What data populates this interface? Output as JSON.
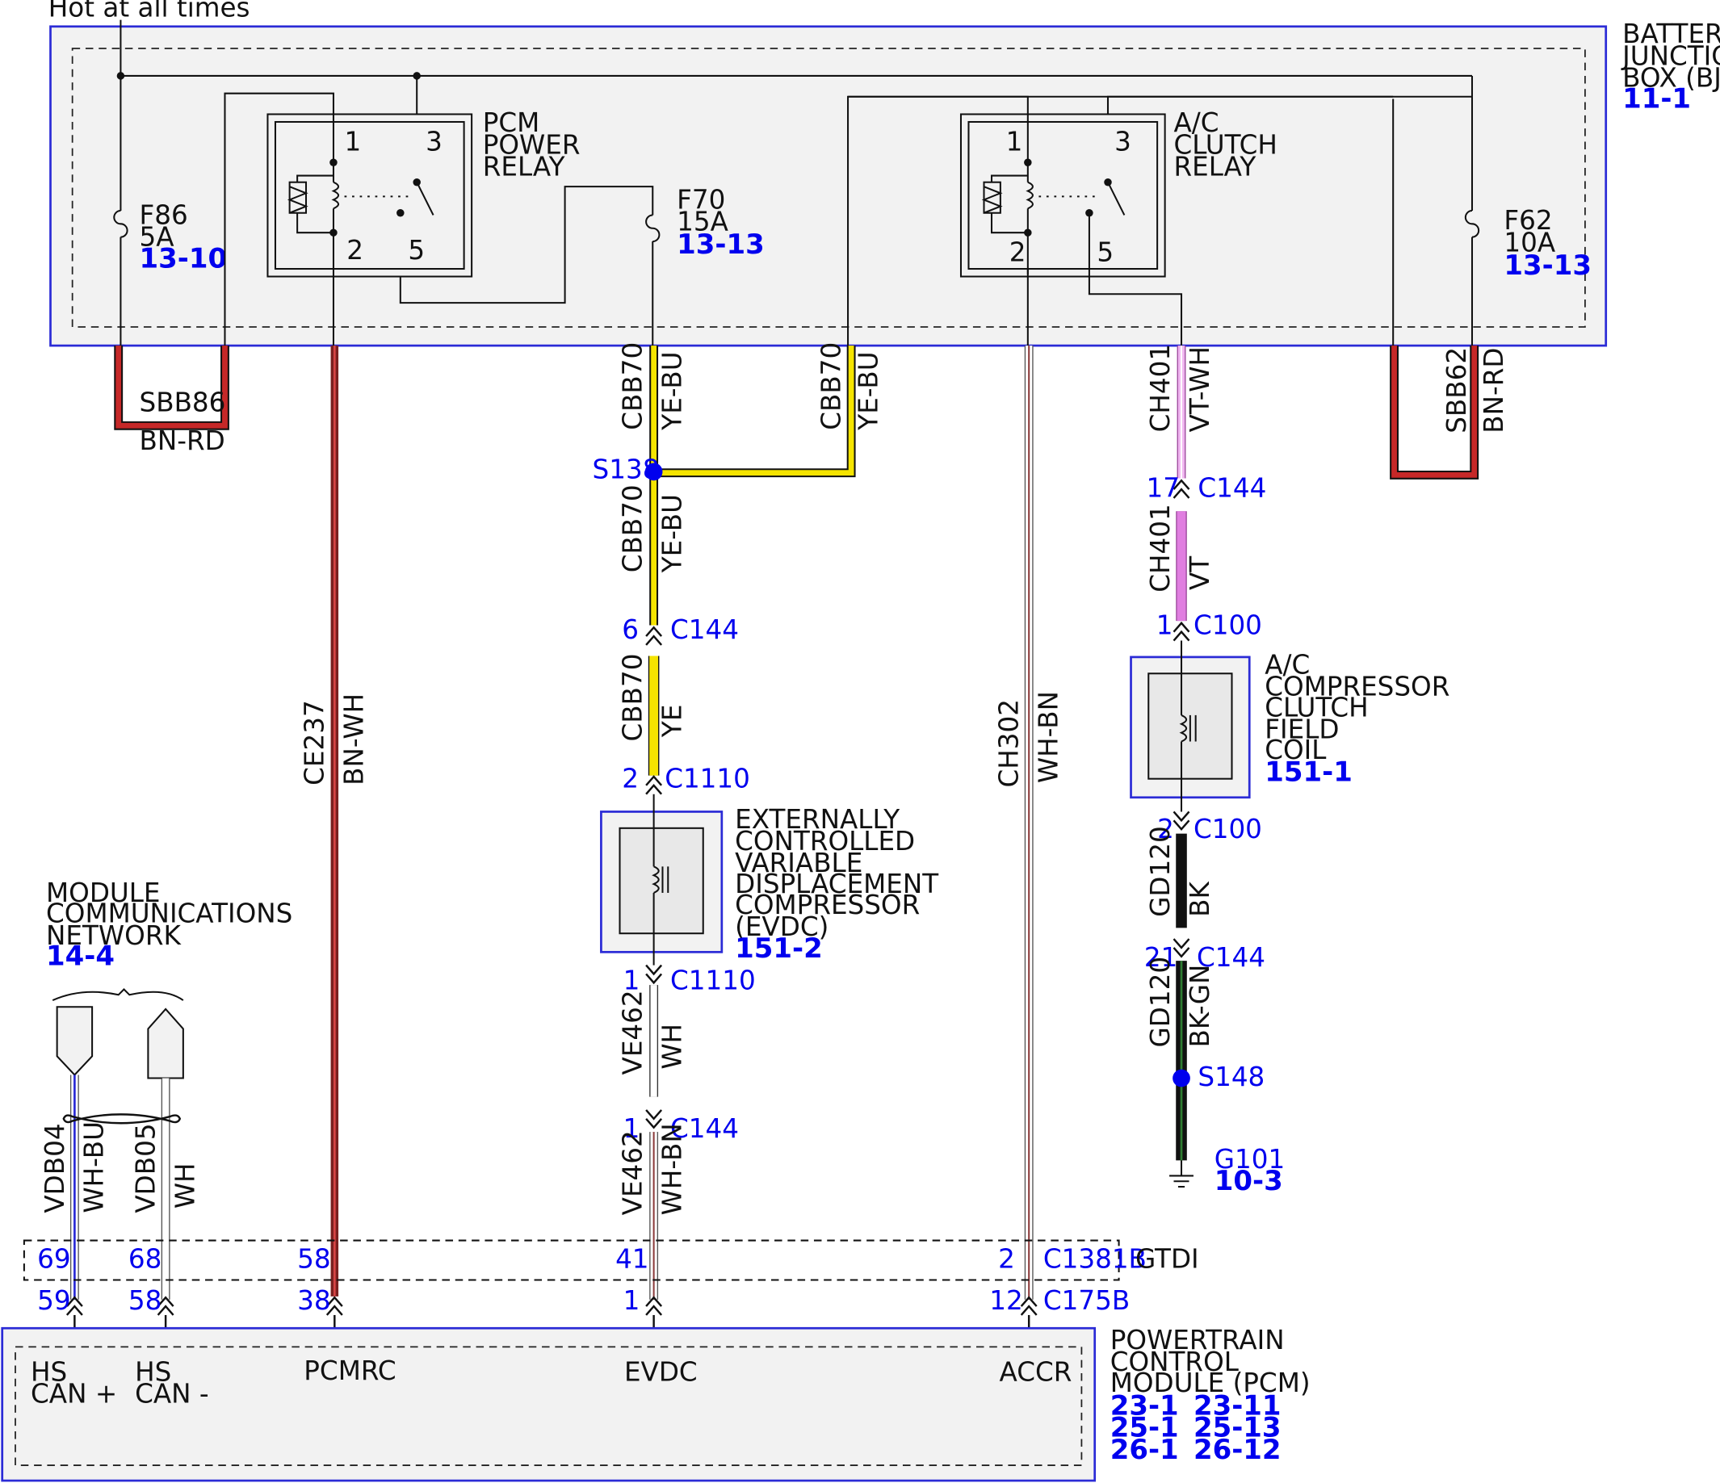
{
  "supply": {
    "hot_label": "Hot at all times"
  },
  "bjb": {
    "name_lines": [
      "BATTERY",
      "JUNCTION",
      "BOX (BJB)"
    ],
    "ref": "11-1"
  },
  "pcm_relay": {
    "name_lines": [
      "PCM",
      "POWER",
      "RELAY"
    ],
    "pins": [
      "1",
      "3",
      "2",
      "5"
    ]
  },
  "ac_relay": {
    "name_lines": [
      "A/C",
      "CLUTCH",
      "RELAY"
    ],
    "pins": [
      "1",
      "3",
      "2",
      "5"
    ]
  },
  "fuses": [
    {
      "name": "F86",
      "rating": "5A",
      "ref": "13-10"
    },
    {
      "name": "F70",
      "rating": "15A",
      "ref": "13-13"
    },
    {
      "name": "F62",
      "rating": "10A",
      "ref": "13-13"
    }
  ],
  "jumpers": [
    {
      "circuit": "SBB86",
      "color": "BN-RD"
    },
    {
      "circuit": "SBB62",
      "color": "BN-RD"
    }
  ],
  "wires": {
    "ce237": {
      "circuit": "CE237",
      "color": "BN-WH"
    },
    "cbb70_a": {
      "circuit": "CBB70",
      "color": "YE-BU"
    },
    "cbb70_b": {
      "circuit": "CBB70",
      "color": "YE-BU"
    },
    "cbb70_c": {
      "circuit": "CBB70",
      "color": "YE-BU"
    },
    "cbb70_d": {
      "circuit": "CBB70",
      "color": "YE"
    },
    "ve462_a": {
      "circuit": "VE462",
      "color": "WH"
    },
    "ve462_b": {
      "circuit": "VE462",
      "color": "WH-BN"
    },
    "ch302": {
      "circuit": "CH302",
      "color": "WH-BN"
    },
    "ch401_a": {
      "circuit": "CH401",
      "color": "VT-WH"
    },
    "ch401_b": {
      "circuit": "CH401",
      "color": "VT"
    },
    "gd120_a": {
      "circuit": "GD120",
      "color": "BK"
    },
    "gd120_b": {
      "circuit": "GD120",
      "color": "BK-GN"
    },
    "vdb04": {
      "circuit": "VDB04",
      "color": "WH-BU"
    },
    "vdb05": {
      "circuit": "VDB05",
      "color": "WH"
    }
  },
  "splices": [
    {
      "name": "S138"
    },
    {
      "name": "S148"
    }
  ],
  "connectors": {
    "c144_17": {
      "pin": "17",
      "name": "C144"
    },
    "c100_1": {
      "pin": "1",
      "name": "C100"
    },
    "c144_6": {
      "pin": "6",
      "name": "C144"
    },
    "c1110_2": {
      "pin": "2",
      "name": "C1110"
    },
    "c1110_1": {
      "pin": "1",
      "name": "C1110"
    },
    "c144_1": {
      "pin": "1",
      "name": "C144"
    },
    "c100_2": {
      "pin": "2",
      "name": "C100"
    },
    "c144_21": {
      "pin": "21",
      "name": "C144"
    }
  },
  "evdc": {
    "name_lines": [
      "EXTERNALLY",
      "CONTROLLED",
      "VARIABLE",
      "DISPLACEMENT",
      "COMPRESSOR",
      "(EVDC)"
    ],
    "ref": "151-2"
  },
  "ac_coil": {
    "name_lines": [
      "A/C",
      "COMPRESSOR",
      "CLUTCH",
      "FIELD",
      "COIL"
    ],
    "ref": "151-1"
  },
  "mcn": {
    "name_lines": [
      "MODULE",
      "COMMUNICATIONS",
      "NETWORK"
    ],
    "ref": "14-4"
  },
  "ground": {
    "name": "G101",
    "ref": "10-3"
  },
  "gtdi": {
    "label": "GTDI",
    "connector": "C1381B",
    "pins": [
      "69",
      "68",
      "58",
      "41",
      "2"
    ]
  },
  "pcm": {
    "connector": "C175B",
    "pins": [
      "59",
      "58",
      "38",
      "1",
      "12"
    ],
    "name_lines": [
      "POWERTRAIN",
      "CONTROL",
      "MODULE (PCM)"
    ],
    "refs_left": [
      "23-1",
      "25-1",
      "26-1"
    ],
    "refs_right": [
      "23-11",
      "25-13",
      "26-12"
    ],
    "terminals": [
      {
        "line1": "HS",
        "line2": "CAN +"
      },
      {
        "line1": "HS",
        "line2": "CAN -"
      },
      {
        "line1": "PCMRC",
        "line2": ""
      },
      {
        "line1": "EVDC",
        "line2": ""
      },
      {
        "line1": "ACCR",
        "line2": ""
      }
    ]
  },
  "colors": {
    "outline_blue": "#2b2bd6",
    "ref_blue": "#0000ee",
    "box_fill": "#f2f2f2",
    "bn_rd": "#c62828",
    "yellow": "#f5e400",
    "violet": "#e07ee0",
    "black": "#111111",
    "green": "#2e7d32"
  }
}
